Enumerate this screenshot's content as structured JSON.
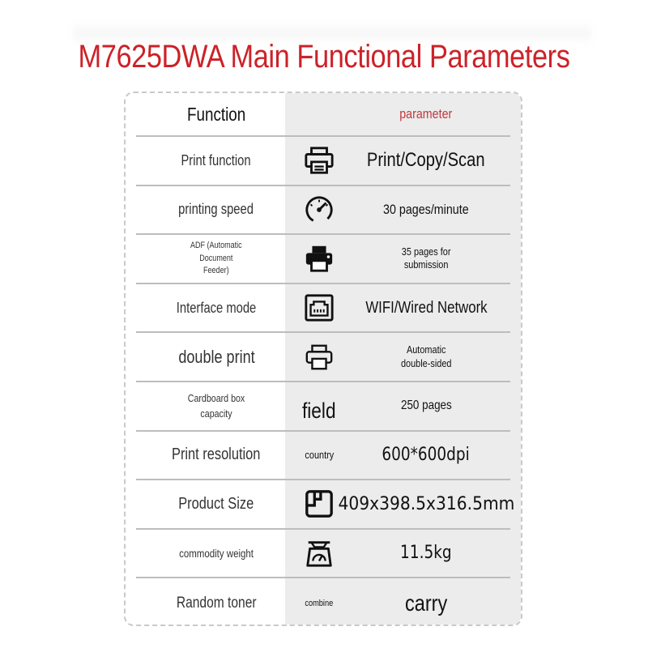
{
  "title": {
    "text": "M7625DWA Main Functional Parameters",
    "color": "#cc2229"
  },
  "header": {
    "function_label": "Function",
    "parameter_label": "parameter",
    "parameter_color": "#c0393f"
  },
  "rows": [
    {
      "function": "Print function",
      "icon": "printer-icon",
      "value": "Print/Copy/Scan"
    },
    {
      "function": "printing speed",
      "icon": "speedometer-icon",
      "value": "30 pages/minute"
    },
    {
      "function": "ADF (Automatic\nDocument\nFeeder)",
      "icon": "printer-icon",
      "value": "35 pages for\nsubmission"
    },
    {
      "function": "Interface mode",
      "icon": "ethernet-port-icon",
      "value": "WIFI/Wired Network"
    },
    {
      "function": "double print",
      "icon": "printer-outline-icon",
      "value": "Automatic\ndouble-sided"
    },
    {
      "function": "Cardboard box\ncapacity",
      "icon_text": "field",
      "value": "250 pages"
    },
    {
      "function": "Print resolution",
      "icon_text": "country",
      "value": "600*600dpi"
    },
    {
      "function": "Product Size",
      "icon": "dimensions-icon",
      "value": "409x398.5x316.5mm"
    },
    {
      "function": "commodity weight",
      "icon": "weighing-scale-icon",
      "value": "11.5kg"
    },
    {
      "function": "Random toner",
      "icon_text": "combine",
      "value": "carry"
    }
  ]
}
